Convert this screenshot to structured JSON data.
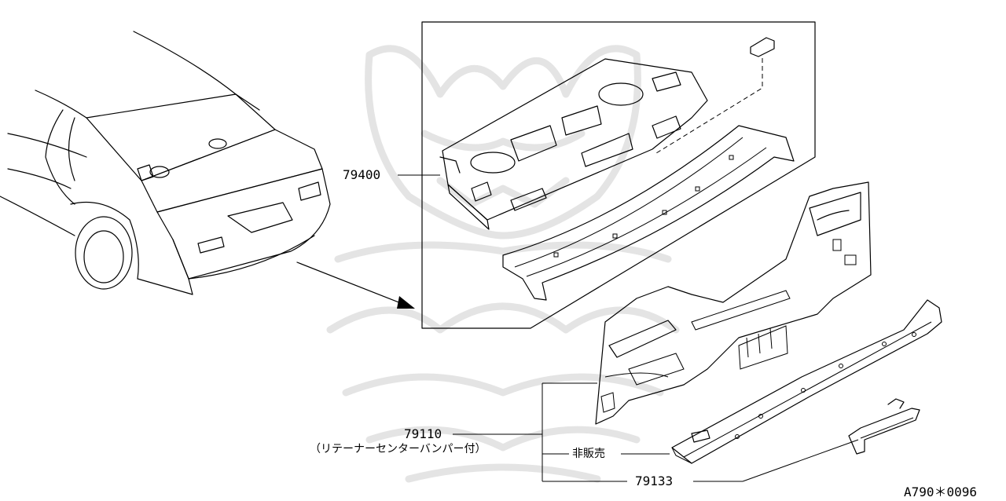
{
  "labels": {
    "part_79400": "79400",
    "part_79110": "79110",
    "part_79110_note": "（リテーナーセンターバンパー付）",
    "not_for_sale": "非販売",
    "part_79133": "79133",
    "diagram_code": "A790＊0096"
  }
}
